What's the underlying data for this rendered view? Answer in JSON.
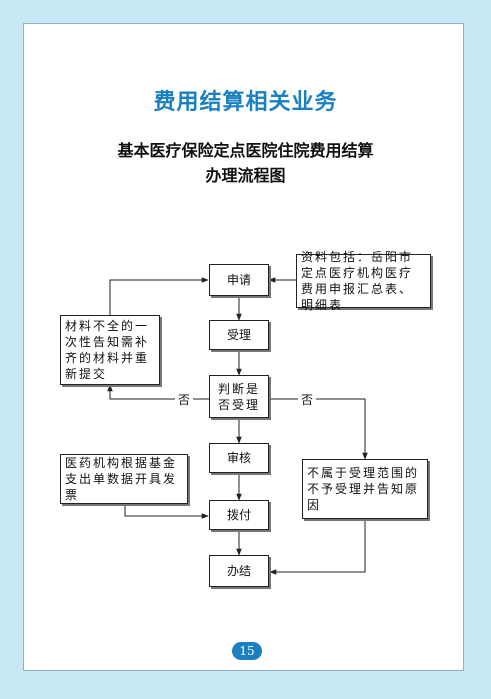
{
  "header": {
    "title": "费用结算相关业务",
    "subtitle_line1": "基本医疗保险定点医院住院费用结算",
    "subtitle_line2": "办理流程图"
  },
  "flowchart": {
    "apply": "申请",
    "accept": "受理",
    "judge": "判断是否受理",
    "review": "审核",
    "pay": "拨付",
    "finish": "办结",
    "materials_note": "资料包括：岳阳市定点医疗机构医疗费用申报汇总表、明细表",
    "incomplete_note": "材料不全的一次性告知需补齐的材料并重新提交",
    "hospital_note": "医药机构根据基金支出单数据开具发票",
    "reject_note": "不属于受理范围的不予受理并告知原因",
    "no_left": "否",
    "no_right": "否"
  },
  "footer": {
    "page_number": "15"
  },
  "colors": {
    "background": "#c9e8f5",
    "title": "#1a80c2",
    "badge": "#1a80c2"
  }
}
